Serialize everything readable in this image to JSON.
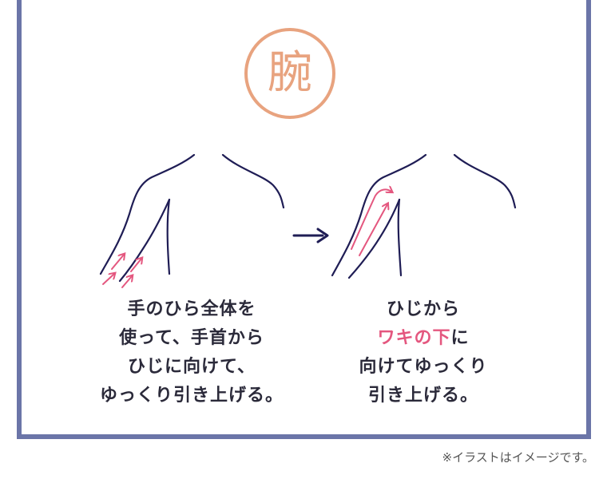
{
  "badge": {
    "label": "腕"
  },
  "step1": {
    "lines": [
      "手のひら全体を",
      "使って、手首から",
      "ひじに向けて、",
      "ゆっくり引き上げる。"
    ]
  },
  "step2": {
    "line1": "ひじから",
    "line2_highlight": "ワキの下",
    "line2_rest": "に",
    "line3": "向けてゆっくり",
    "line4": "引き上げる。"
  },
  "footnote": "※イラストはイメージです。",
  "icons": {
    "step_arrow": "right-arrow-icon",
    "stroke_arrows": "pink-upward-arrow-icon"
  },
  "colors": {
    "frame": "#6b75a8",
    "badge": "#e8a37f",
    "body_line": "#1f1d55",
    "accent": "#e4577f",
    "text": "#2b2a3a"
  }
}
